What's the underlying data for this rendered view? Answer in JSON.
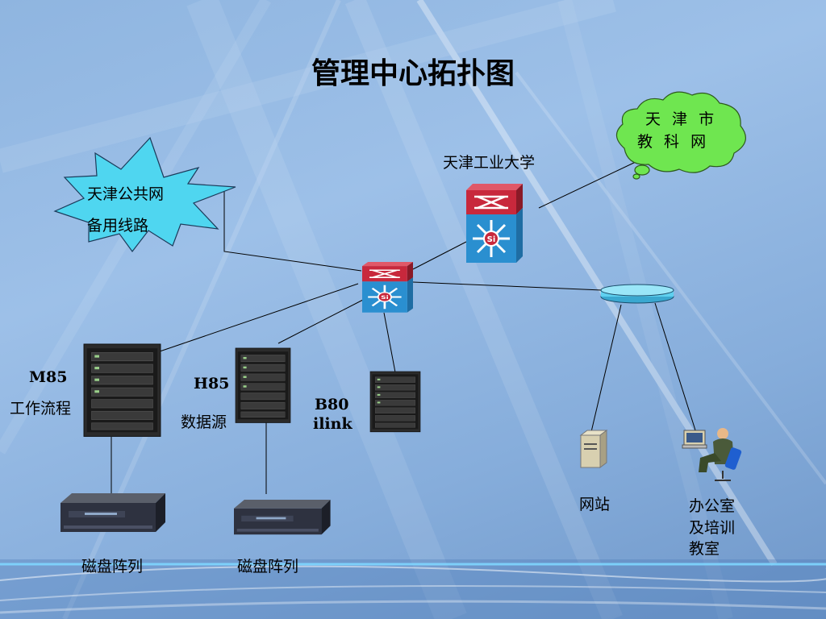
{
  "title": "管理中心拓扑图",
  "nodes": {
    "public_net_line1": "天津公共网",
    "public_net_line2": "备用线路",
    "edu_net_line1": "天 津 市",
    "edu_net_line2": "教 科 网",
    "university": "天津工业大学",
    "m85_name": "M85",
    "m85_desc": "工作流程",
    "h85_name": "H85",
    "h85_desc": "数据源",
    "b80_name": "B80",
    "b80_desc": "ilink",
    "disk_array_1": "磁盘阵列",
    "disk_array_2": "磁盘阵列",
    "website": "网站",
    "office_line1": "办公室",
    "office_line2": "及培训",
    "office_line3": "教室"
  },
  "icons": {
    "switch": "layer3-switch-icon",
    "server": "server-rack-icon",
    "disk": "disk-array-icon",
    "hub": "network-hub-icon",
    "pc": "pc-tower-icon",
    "user": "office-worker-icon"
  },
  "colors": {
    "switch_top": "#c8283c",
    "switch_bottom": "#2a8fd0",
    "star": "#4fd6f0",
    "cloud": "#6fe650",
    "hub": "#5fd0ef"
  }
}
